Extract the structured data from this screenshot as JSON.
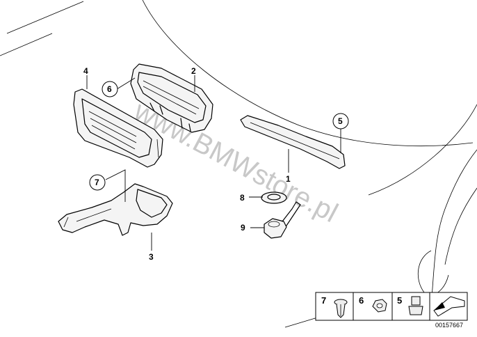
{
  "watermark": "www.BMWstore.pl",
  "callouts": {
    "c1": "1",
    "c2": "2",
    "c3": "3",
    "c4": "4",
    "c5": "5",
    "c6": "6",
    "c7": "7",
    "c8": "8",
    "c9": "9"
  },
  "legend": {
    "item7": "7",
    "item6": "6",
    "item5": "5"
  },
  "figure_id": "00157667"
}
